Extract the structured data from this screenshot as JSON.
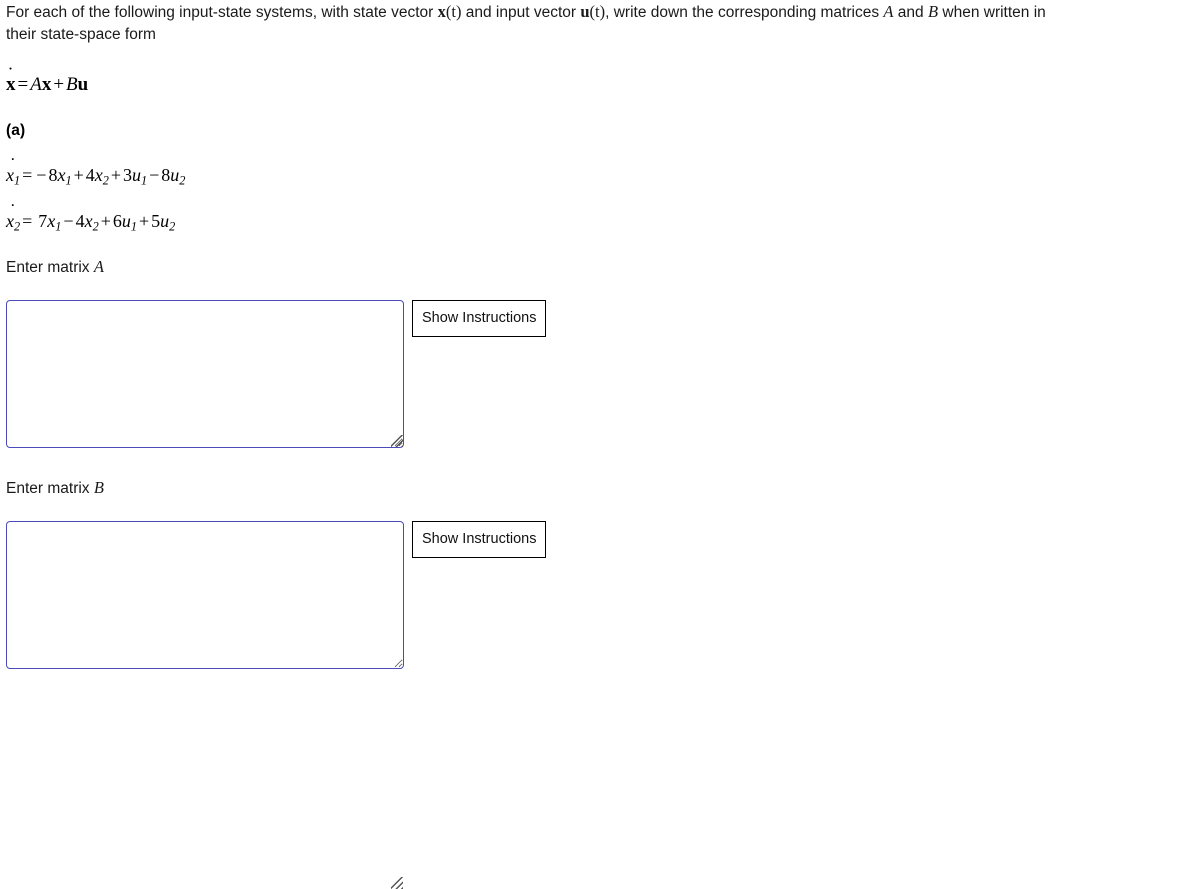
{
  "problem": {
    "intro_line1_part1": "For each of the following input-state systems, with state vector ",
    "intro_vec_x": "x",
    "intro_paren_t_1": "(t)",
    "intro_line1_part2": " and input vector ",
    "intro_vec_u": "u",
    "intro_paren_t_2": "(t)",
    "intro_line1_part3": ", write down the corresponding matrices ",
    "intro_matrix_A": "A",
    "intro_and": " and ",
    "intro_matrix_B": "B",
    "intro_line1_part4": " when written in",
    "intro_line2": "their state-space form",
    "part_label": "(a)"
  },
  "equations": {
    "state_space": {
      "lhs_var": "x",
      "lhs_dot": "˙",
      "eq": "=",
      "A": "A",
      "x": "x",
      "plus": "+",
      "B": "B",
      "u": "u",
      "plain": "ẋ = A x + B u"
    },
    "x1": {
      "lhs_var": "x",
      "lhs_sub": "1",
      "eq": "=",
      "terms": [
        {
          "sign": "−",
          "coef": "8",
          "var": "x",
          "sub": "1"
        },
        {
          "sign": "+",
          "coef": "4",
          "var": "x",
          "sub": "2"
        },
        {
          "sign": "+",
          "coef": "3",
          "var": "u",
          "sub": "1"
        },
        {
          "sign": "−",
          "coef": "8",
          "var": "u",
          "sub": "2"
        }
      ],
      "plain": "ẋ₁ = −8x₁ + 4x₂ + 3u₁ − 8u₂"
    },
    "x2": {
      "lhs_var": "x",
      "lhs_sub": "2",
      "eq": "=",
      "terms": [
        {
          "sign": "",
          "coef": "7",
          "var": "x",
          "sub": "1"
        },
        {
          "sign": "−",
          "coef": "4",
          "var": "x",
          "sub": "2"
        },
        {
          "sign": "+",
          "coef": "6",
          "var": "u",
          "sub": "1"
        },
        {
          "sign": "+",
          "coef": "5",
          "var": "u",
          "sub": "2"
        }
      ],
      "plain": "ẋ₂ = 7x₁ − 4x₂ + 6u₁ + 5u₂"
    }
  },
  "answers": {
    "matrix_a": {
      "label_text": "Enter matrix ",
      "label_symbol": "A",
      "textarea_value": "",
      "textarea_placeholder": "",
      "button_label": "Show Instructions"
    },
    "matrix_b": {
      "label_text": "Enter matrix ",
      "label_symbol": "B",
      "textarea_value": "",
      "textarea_placeholder": "",
      "button_label": "Show Instructions"
    }
  },
  "colors": {
    "textarea_border": "#4b4bbd",
    "button_border": "#000000",
    "text": "#1a1a1a",
    "background": "#ffffff"
  }
}
